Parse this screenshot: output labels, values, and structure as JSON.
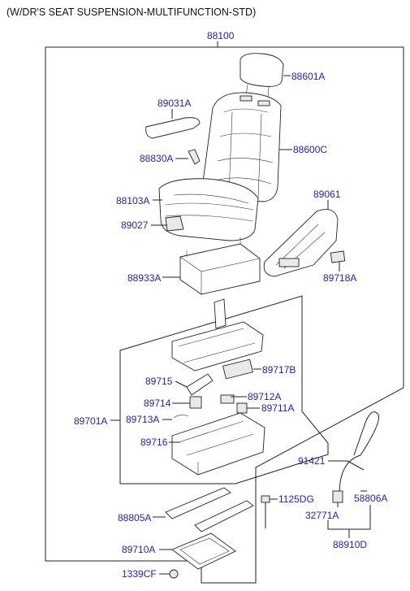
{
  "diagram": {
    "title": "(W/DR'S SEAT SUSPENSION-MULTIFUNCTION-STD)",
    "accent_color": "#1f1fb0",
    "parts": [
      {
        "id": "p88100",
        "label": "88100"
      },
      {
        "id": "p88601A",
        "label": "88601A"
      },
      {
        "id": "p89031A",
        "label": "89031A"
      },
      {
        "id": "p88600C",
        "label": "88600C"
      },
      {
        "id": "p88830A",
        "label": "88830A"
      },
      {
        "id": "p88103A",
        "label": "88103A"
      },
      {
        "id": "p89061",
        "label": "89061"
      },
      {
        "id": "p89027",
        "label": "89027"
      },
      {
        "id": "p88933A",
        "label": "88933A"
      },
      {
        "id": "p89718A",
        "label": "89718A"
      },
      {
        "id": "p89717B",
        "label": "89717B"
      },
      {
        "id": "p89715",
        "label": "89715"
      },
      {
        "id": "p89712A",
        "label": "89712A"
      },
      {
        "id": "p89714",
        "label": "89714"
      },
      {
        "id": "p89711A",
        "label": "89711A"
      },
      {
        "id": "p89701A",
        "label": "89701A"
      },
      {
        "id": "p89713A",
        "label": "89713A"
      },
      {
        "id": "p89716",
        "label": "89716"
      },
      {
        "id": "p91421",
        "label": "91421"
      },
      {
        "id": "p58806A",
        "label": "58806A"
      },
      {
        "id": "p1125DG",
        "label": "1125DG"
      },
      {
        "id": "p32771A",
        "label": "32771A"
      },
      {
        "id": "p88805A",
        "label": "88805A"
      },
      {
        "id": "p88910D",
        "label": "88910D"
      },
      {
        "id": "p89710A",
        "label": "89710A"
      },
      {
        "id": "p1339CF",
        "label": "1339CF"
      }
    ]
  }
}
